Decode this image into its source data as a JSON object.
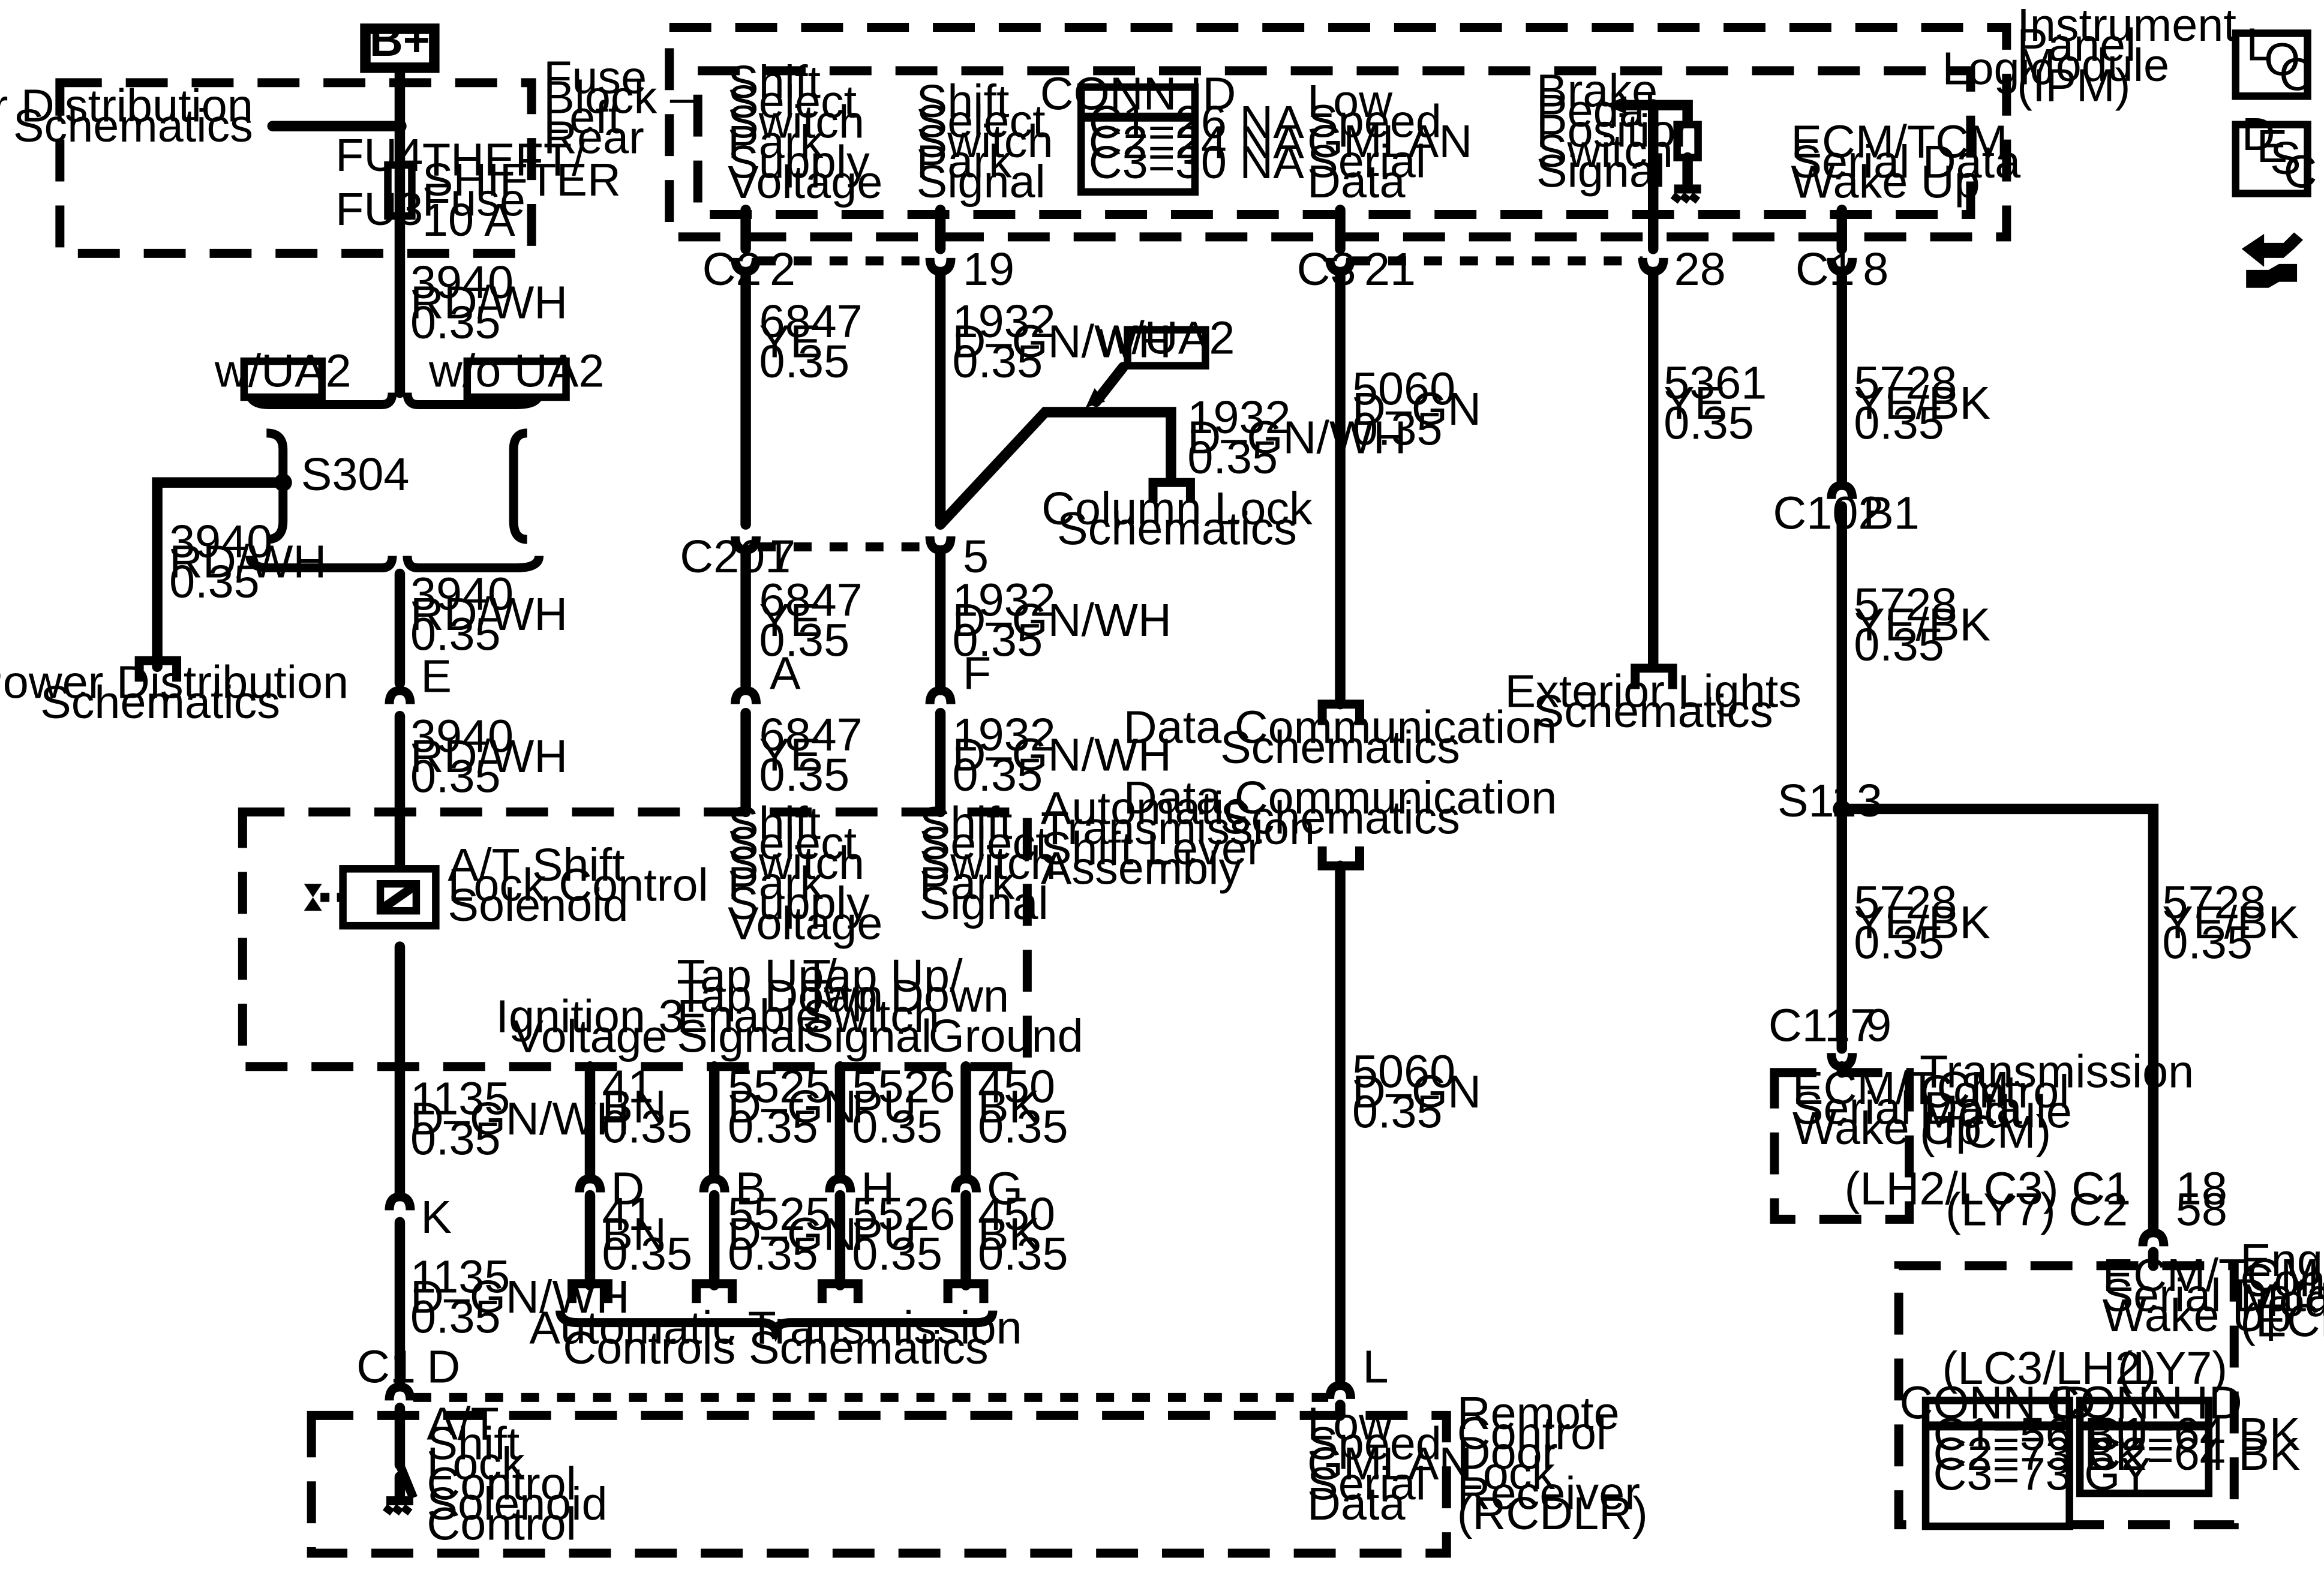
{
  "power": {
    "bplus": "B+",
    "pd_schem": [
      "Power Distribution",
      "Schematics"
    ],
    "fuse_block": [
      "Fuse",
      "Block –",
      "Left",
      "Rear"
    ],
    "fu4": "FU4",
    "fu3": "FU3",
    "fuse_name": [
      "THEFT/",
      "SHIFTER",
      "Fuse",
      "10 A"
    ],
    "wire_3940": [
      "3940",
      "RD/WH",
      "0.35"
    ],
    "w_ua2": "w/UA2",
    "wo_ua2": "w/o UA2",
    "s304": "S304",
    "pin_e": "E",
    "pin_k": "K",
    "c1": "C1",
    "pin_d_c1": "D",
    "wire_1135": [
      "1135",
      "D–GN/WH",
      "0.35"
    ]
  },
  "ipm": {
    "title": [
      "Instrument",
      "Panel",
      "Module",
      "(IPM)"
    ],
    "logic": "Logic",
    "sig_supply": [
      "Shift",
      "Select",
      "Switch",
      "Park",
      "Supply",
      "Voltage"
    ],
    "sig_park": [
      "Shift",
      "Select",
      "Switch",
      "Park",
      "Signal"
    ],
    "conn_id_title": "CONN ID",
    "conn_id": [
      "C1=26 NA",
      "C2=24 NA",
      "C3=30 NA"
    ],
    "sig_gmlan": [
      "Low",
      "Speed",
      "GMLAN",
      "Serial",
      "Data"
    ],
    "sig_brake": [
      "Brake",
      "Pedal",
      "Position",
      "Switch",
      "Signal"
    ],
    "sig_wake": [
      "ECM/TCM",
      "Serial Data",
      "Wake Up"
    ],
    "c2": "C2",
    "p2": "2",
    "p19": "19",
    "c3": "C3",
    "p21": "21",
    "p28": "28",
    "c1": "C1",
    "p8": "8"
  },
  "wires": {
    "w6847": [
      "6847",
      "YE",
      "0.35"
    ],
    "w1932": [
      "1932",
      "D–GN/WH",
      "0.35"
    ],
    "w5060": [
      "5060",
      "D–GN",
      "0.35"
    ],
    "w5361": [
      "5361",
      "YE",
      "0.35"
    ],
    "w5728": [
      "5728",
      "YE/BK",
      "0.35"
    ],
    "w41": [
      "41",
      "BN",
      "0.35"
    ],
    "w5525": [
      "5525",
      "D–GN",
      "0.35"
    ],
    "w5526": [
      "5526",
      "PU",
      "0.35"
    ],
    "w450": [
      "450",
      "BK",
      "0.35"
    ]
  },
  "mid": {
    "w_ua2": "w/UA2",
    "column_lock": [
      "Column Lock",
      "Schematics"
    ],
    "c201": "C201",
    "p7": "7",
    "p5": "5",
    "pin_a": "A",
    "pin_f": "F",
    "data_comm": [
      "Data Communication",
      "Schematics"
    ],
    "ext_lights": [
      "Exterior Lights",
      "Schematics"
    ],
    "c102": "C102",
    "b1": "B1",
    "s113": "S113",
    "c117": "C117",
    "p9": "9"
  },
  "atsla": {
    "title": [
      "Automatic",
      "Transmission",
      "Shift Lever",
      "Assembly"
    ],
    "solenoid": [
      "A/T Shift",
      "Lock Control",
      "Solenoid"
    ],
    "sig_supply": [
      "Shift",
      "Select",
      "Switch",
      "Park",
      "Supply",
      "Voltage"
    ],
    "sig_park": [
      "Shift",
      "Select",
      "Switch",
      "Park",
      "Signal"
    ],
    "ign3": [
      "Ignition 3",
      "Voltage"
    ],
    "tap_enable": [
      "Tap Up/",
      "Tap Down",
      "Enable",
      "Signal"
    ],
    "tap_switch": [
      "Tap Up/",
      "Tap Down",
      "Switch",
      "Signal"
    ],
    "ground": "Ground",
    "pin_d": "D",
    "pin_b": "B",
    "pin_h": "H",
    "pin_g": "G",
    "at_controls": [
      "Automatic Transmission",
      "Controls Schematics"
    ]
  },
  "tcm": {
    "title": [
      "Transmission",
      "Control",
      "Module",
      "(TCM)"
    ],
    "sig": [
      "ECM/TCM",
      "Serial Data",
      "Wake Up"
    ]
  },
  "ecm": {
    "title": [
      "Engine",
      "Control",
      "Module",
      "(ECM)"
    ],
    "conn_label_1": "(LH2/LC3) C1",
    "conn_label_2": "(LY7) C2",
    "p18": "18",
    "p58": "58",
    "sig": [
      "ECM/TCM",
      "Serial Data",
      "Wake Up"
    ],
    "lc3_title": "(LC3/LH2)",
    "ly7_title": "(LY7)",
    "conn_id_title": "CONN ID",
    "lc3_ids": [
      "C1=56 BU",
      "C2=73 BK",
      "C3=73 GY"
    ],
    "ly7_ids": [
      "C1=64 BK",
      "C2=64 BK"
    ]
  },
  "rcdlr": {
    "title": [
      "Remote",
      "Control",
      "Door",
      "Lock",
      "Receiver",
      "(RCDLR)"
    ],
    "solenoid_ctrl": [
      "A/T",
      "Shift",
      "Lock",
      "Control",
      "Solenoid",
      "Control"
    ],
    "gmlan": [
      "Low",
      "Speed",
      "GMLAN",
      "Serial",
      "Data"
    ],
    "pin_l": "L"
  },
  "icons": {
    "loc": [
      "L",
      "O",
      "C"
    ],
    "desc": [
      "D",
      "E",
      "S",
      "C"
    ],
    "loc_icon": "loc-icon",
    "desc_icon": "desc-icon",
    "hand_icon": "navigation-hand-icon"
  }
}
